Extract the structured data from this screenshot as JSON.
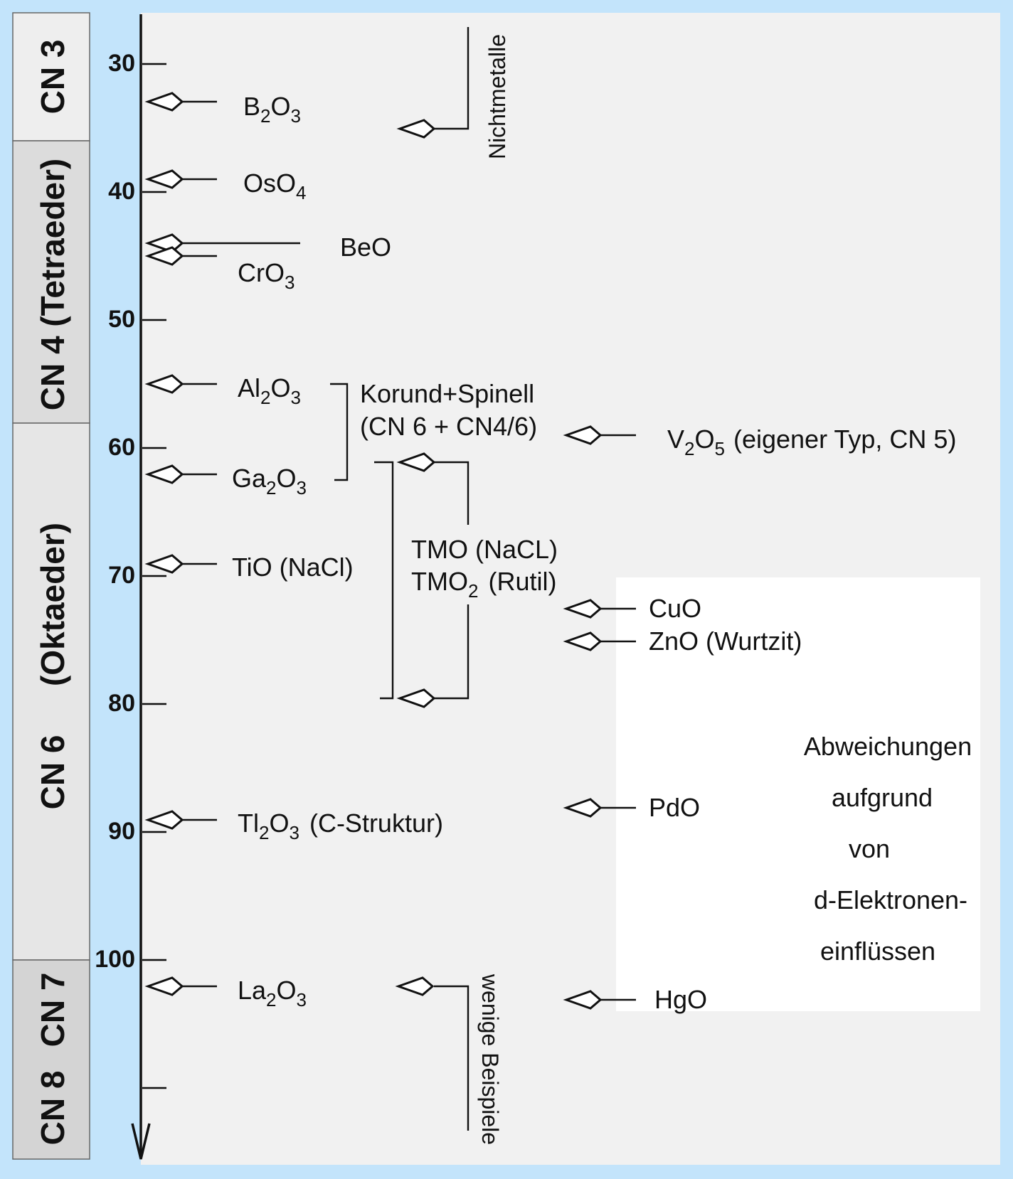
{
  "cn_sidebar": [
    {
      "id": "cn3",
      "label": "CN 3"
    },
    {
      "id": "cn4",
      "label": "CN 4 (Tetraeder)"
    },
    {
      "id": "cn6-a",
      "label": "CN 6"
    },
    {
      "id": "cn6-b",
      "label": "(Oktaeder)"
    },
    {
      "id": "cn7",
      "label": "CN 7"
    },
    {
      "id": "cn8",
      "label": "CN 8"
    }
  ],
  "axis_ticks": [
    "30",
    "40",
    "50",
    "60",
    "70",
    "80",
    "90",
    "100"
  ],
  "oxides": {
    "b2o3": {
      "base": "B",
      "s1": "2",
      "mid": "O",
      "s2": "3",
      "suffix": ""
    },
    "oso4": {
      "base": "OsO",
      "s1": "4",
      "suffix": ""
    },
    "beo": {
      "text": "BeO"
    },
    "cro3": {
      "base": "CrO",
      "s1": "3",
      "suffix": ""
    },
    "al2o3": {
      "base": "Al",
      "s1": "2",
      "mid": "O",
      "s2": "3",
      "suffix": ""
    },
    "ga2o3": {
      "base": "Ga",
      "s1": "2",
      "mid": "O",
      "s2": "3",
      "suffix": ""
    },
    "tio": {
      "text": "TiO (NaCl)"
    },
    "tl2o3": {
      "base": "Tl",
      "s1": "2",
      "mid": "O",
      "s2": "3",
      "suffix": "(C-Struktur)"
    },
    "la2o3": {
      "base": "La",
      "s1": "2",
      "mid": "O",
      "s2": "3",
      "suffix": ""
    },
    "v2o5": {
      "base": "V",
      "s1": "2",
      "mid": "O",
      "s2": "5",
      "suffix": "(eigener Typ, CN 5)"
    },
    "cuo": {
      "text": "CuO"
    },
    "zno": {
      "text": "ZnO (Wurtzit)"
    },
    "pdo": {
      "text": "PdO"
    },
    "hgo": {
      "text": "HgO"
    }
  },
  "groups": {
    "nichtmetalle": "Nichtmetalle",
    "korund_line1": "Korund+Spinell",
    "korund_line2": "(CN 6 + CN4/6)",
    "tmo_line1": "TMO (NaCL)",
    "tmo_line2_base": "TMO",
    "tmo_line2_sub": "2",
    "tmo_line2_suffix": "(Rutil)",
    "wenige": "wenige Beispiele"
  },
  "deviation_box": [
    "Abweichungen",
    "aufgrund",
    "von",
    "d-Elektronen-",
    "einflüssen"
  ]
}
